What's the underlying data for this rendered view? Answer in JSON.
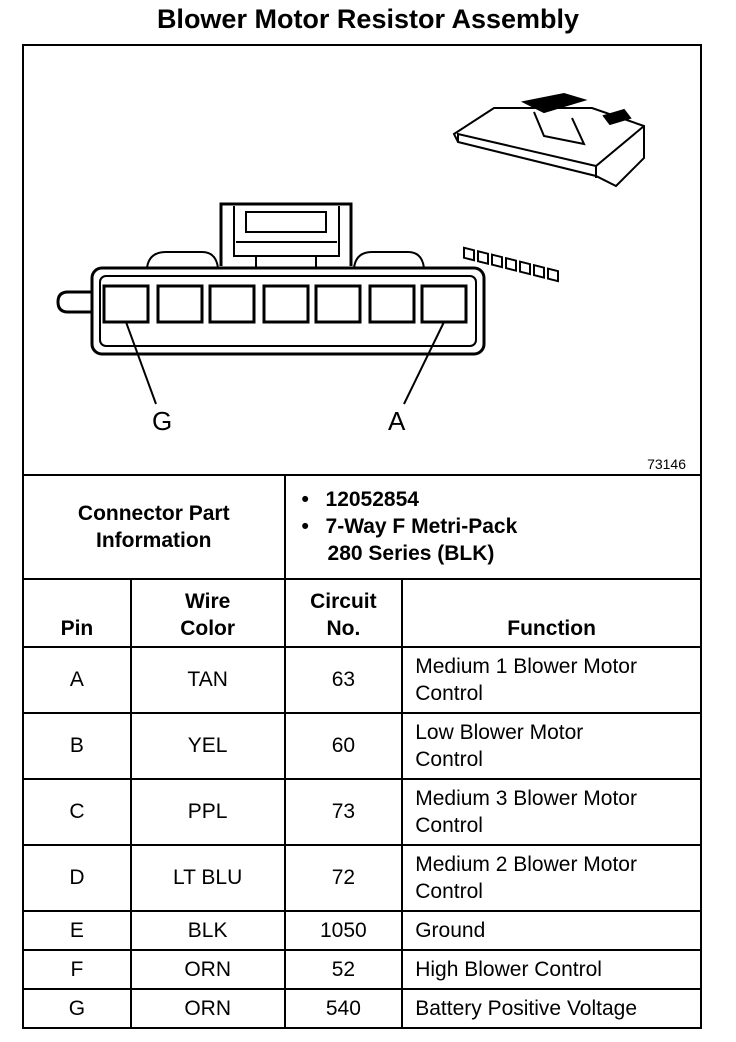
{
  "title": "Blower Motor Resistor Assembly",
  "diagram": {
    "label_left": "G",
    "label_right": "A",
    "drawing_number": "73146"
  },
  "connector_info": {
    "label": "Connector Part Information",
    "part_number": "12052854",
    "description_line1": "7-Way F Metri-Pack",
    "description_line2": "280 Series (BLK)"
  },
  "columns": {
    "pin": "Pin",
    "wire_color_1": "Wire",
    "wire_color_2": "Color",
    "circuit_1": "Circuit",
    "circuit_2": "No.",
    "function": "Function"
  },
  "rows": [
    {
      "pin": "A",
      "color": "TAN",
      "circuit": "63",
      "function_1": "Medium 1 Blower Motor",
      "function_2": "Control"
    },
    {
      "pin": "B",
      "color": "YEL",
      "circuit": "60",
      "function_1": "Low Blower Motor",
      "function_2": "Control"
    },
    {
      "pin": "C",
      "color": "PPL",
      "circuit": "73",
      "function_1": "Medium 3 Blower Motor",
      "function_2": "Control"
    },
    {
      "pin": "D",
      "color": "LT BLU",
      "circuit": "72",
      "function_1": "Medium 2 Blower Motor",
      "function_2": "Control"
    },
    {
      "pin": "E",
      "color": "BLK",
      "circuit": "1050",
      "function_1": "Ground",
      "function_2": ""
    },
    {
      "pin": "F",
      "color": "ORN",
      "circuit": "52",
      "function_1": "High Blower Control",
      "function_2": ""
    },
    {
      "pin": "G",
      "color": "ORN",
      "circuit": "540",
      "function_1": "Battery Positive Voltage",
      "function_2": ""
    }
  ]
}
